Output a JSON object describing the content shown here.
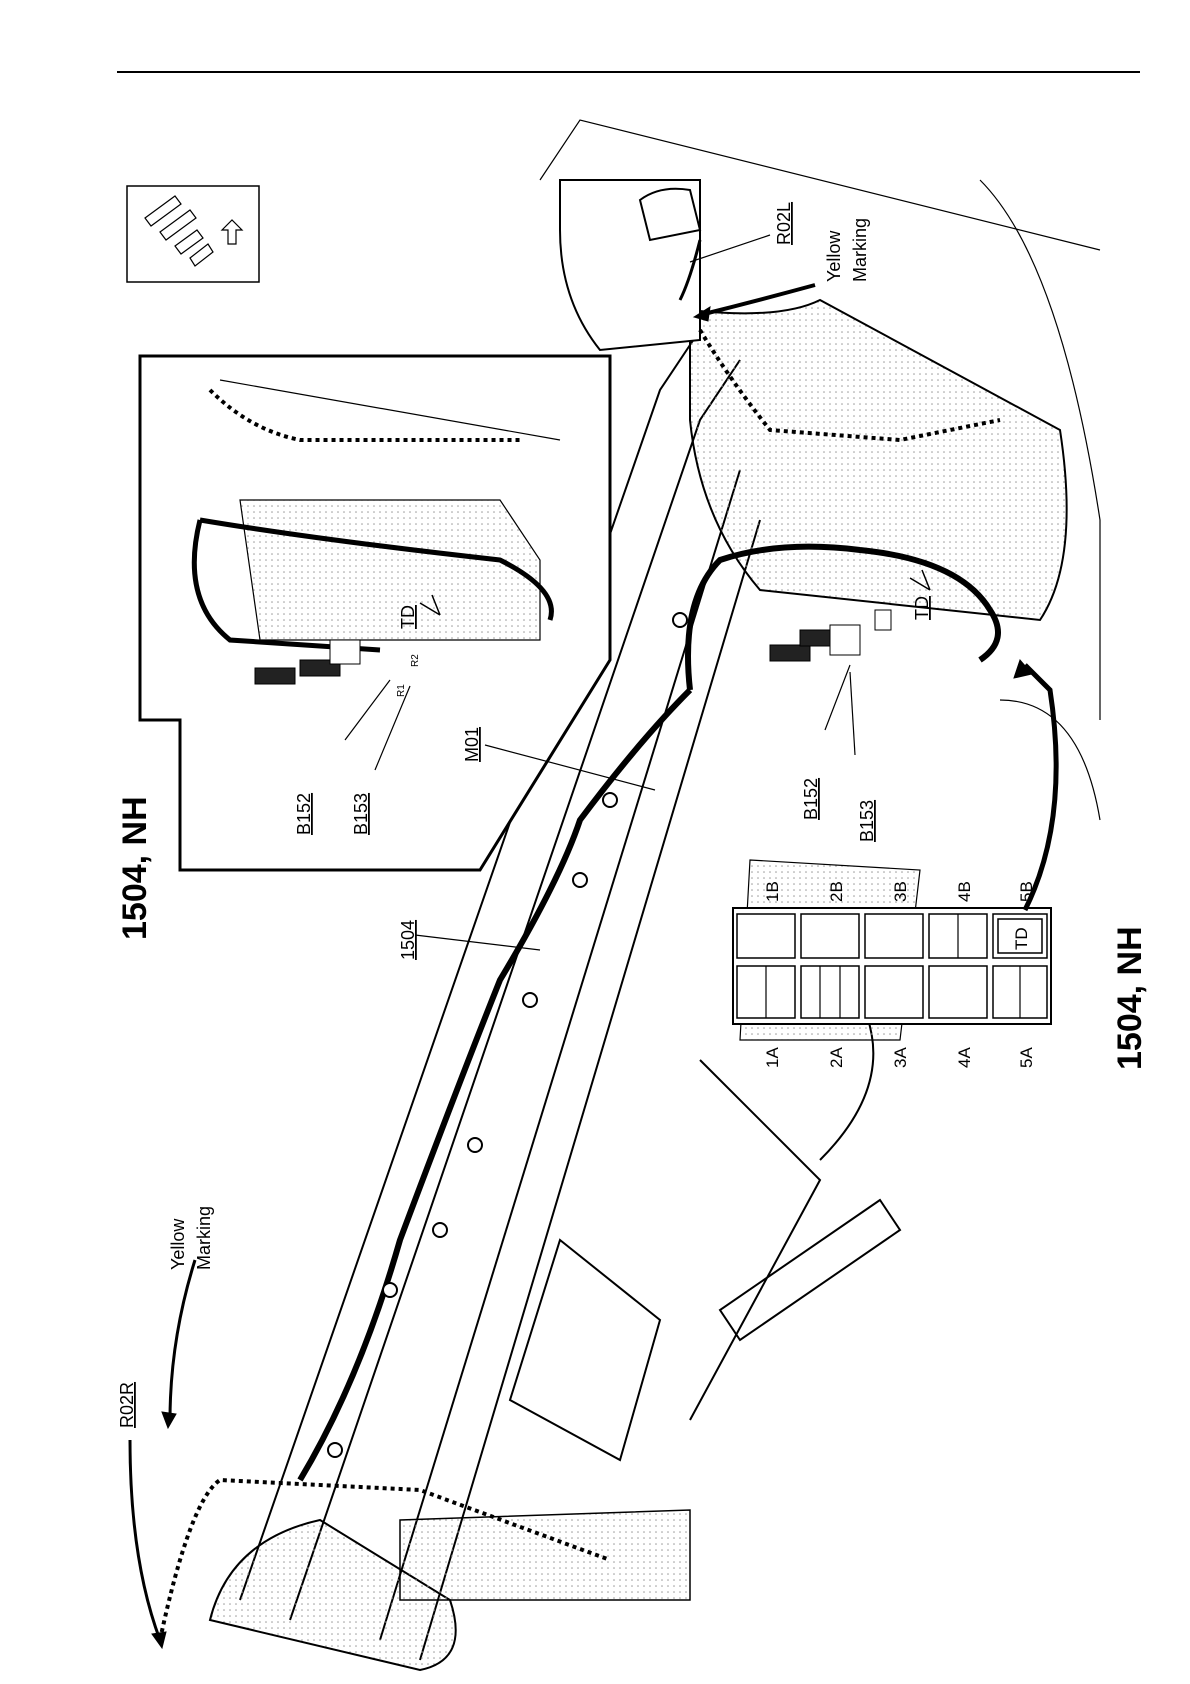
{
  "titles": {
    "main": "1504, NH",
    "inset": "1504, NH"
  },
  "labels": {
    "harness": "1504",
    "m01": "M01",
    "b152_main": "B152",
    "b153_main": "B153",
    "b152_inset": "B152",
    "b153_inset": "B153",
    "td_main": "TD",
    "td_inset": "TD",
    "r02l": "R02L",
    "r02r": "R02R",
    "yellow_right": "Yellow",
    "marking_right": "Marking",
    "yellow_left": "Yellow",
    "marking_left": "Marking",
    "r1_tag": "R1",
    "r2_tag": "R2"
  },
  "fuse_box": {
    "row_a": [
      "1A",
      "2A",
      "3A",
      "4A",
      "5A"
    ],
    "row_b": [
      "1B",
      "2B",
      "3B",
      "4B",
      "5B"
    ],
    "cell_td": "TD"
  }
}
